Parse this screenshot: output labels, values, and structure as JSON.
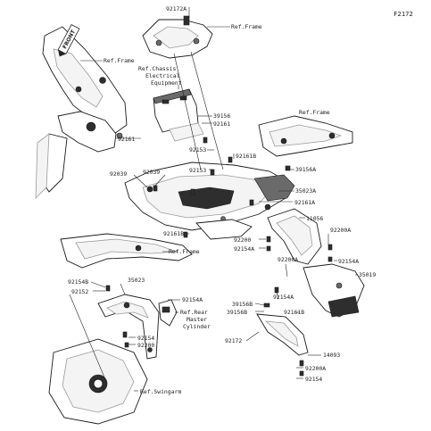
{
  "figure_code": "F2172",
  "front_marker": "FRONT",
  "refs": {
    "frame_top": "Ref.Frame",
    "frame_left": "Ref.Frame",
    "frame_right": "Ref.Frame",
    "frame_bottom": "Ref.Frame",
    "chassis_line1": "Ref.Chassis",
    "chassis_line2": "Electrical",
    "chassis_line3": "Equipment",
    "brake_line1": "Ref.Rear",
    "brake_line2": "Master",
    "brake_line3": "Cylinder",
    "swingarm": "Ref.Swingarm"
  },
  "parts": {
    "p92172A": "92172A",
    "p39156": "39156",
    "p92161_a": "92161",
    "p92161_b": "92161",
    "p92153_a": "92153",
    "p92153_b": "92153",
    "p92161B_a": "92161B",
    "p39156A": "39156A",
    "p35023A": "35023A",
    "p92039_a": "92039",
    "p92039_b": "92039",
    "p92161A": "92161A",
    "p11056": "11056",
    "p92161B_b": "92161B",
    "p92200": "92200",
    "p92154A_a": "92154A",
    "p92200A_a": "92200A",
    "p92154A_b": "92154A",
    "p92200A_b": "92200A",
    "p35019": "35019",
    "p92154B": "92154B",
    "p35023": "35023",
    "p92152": "92152",
    "p92154A_c": "92154A",
    "p92154A_d": "92154A",
    "p39156B_a": "39156B",
    "p39156B_b": "39156B",
    "p92161B_c": "92161B",
    "p92154_a": "92154",
    "p92200_b": "92200",
    "p92172": "92172",
    "p14093": "14093",
    "p92200A_c": "92200A",
    "p92154_b": "92154"
  }
}
